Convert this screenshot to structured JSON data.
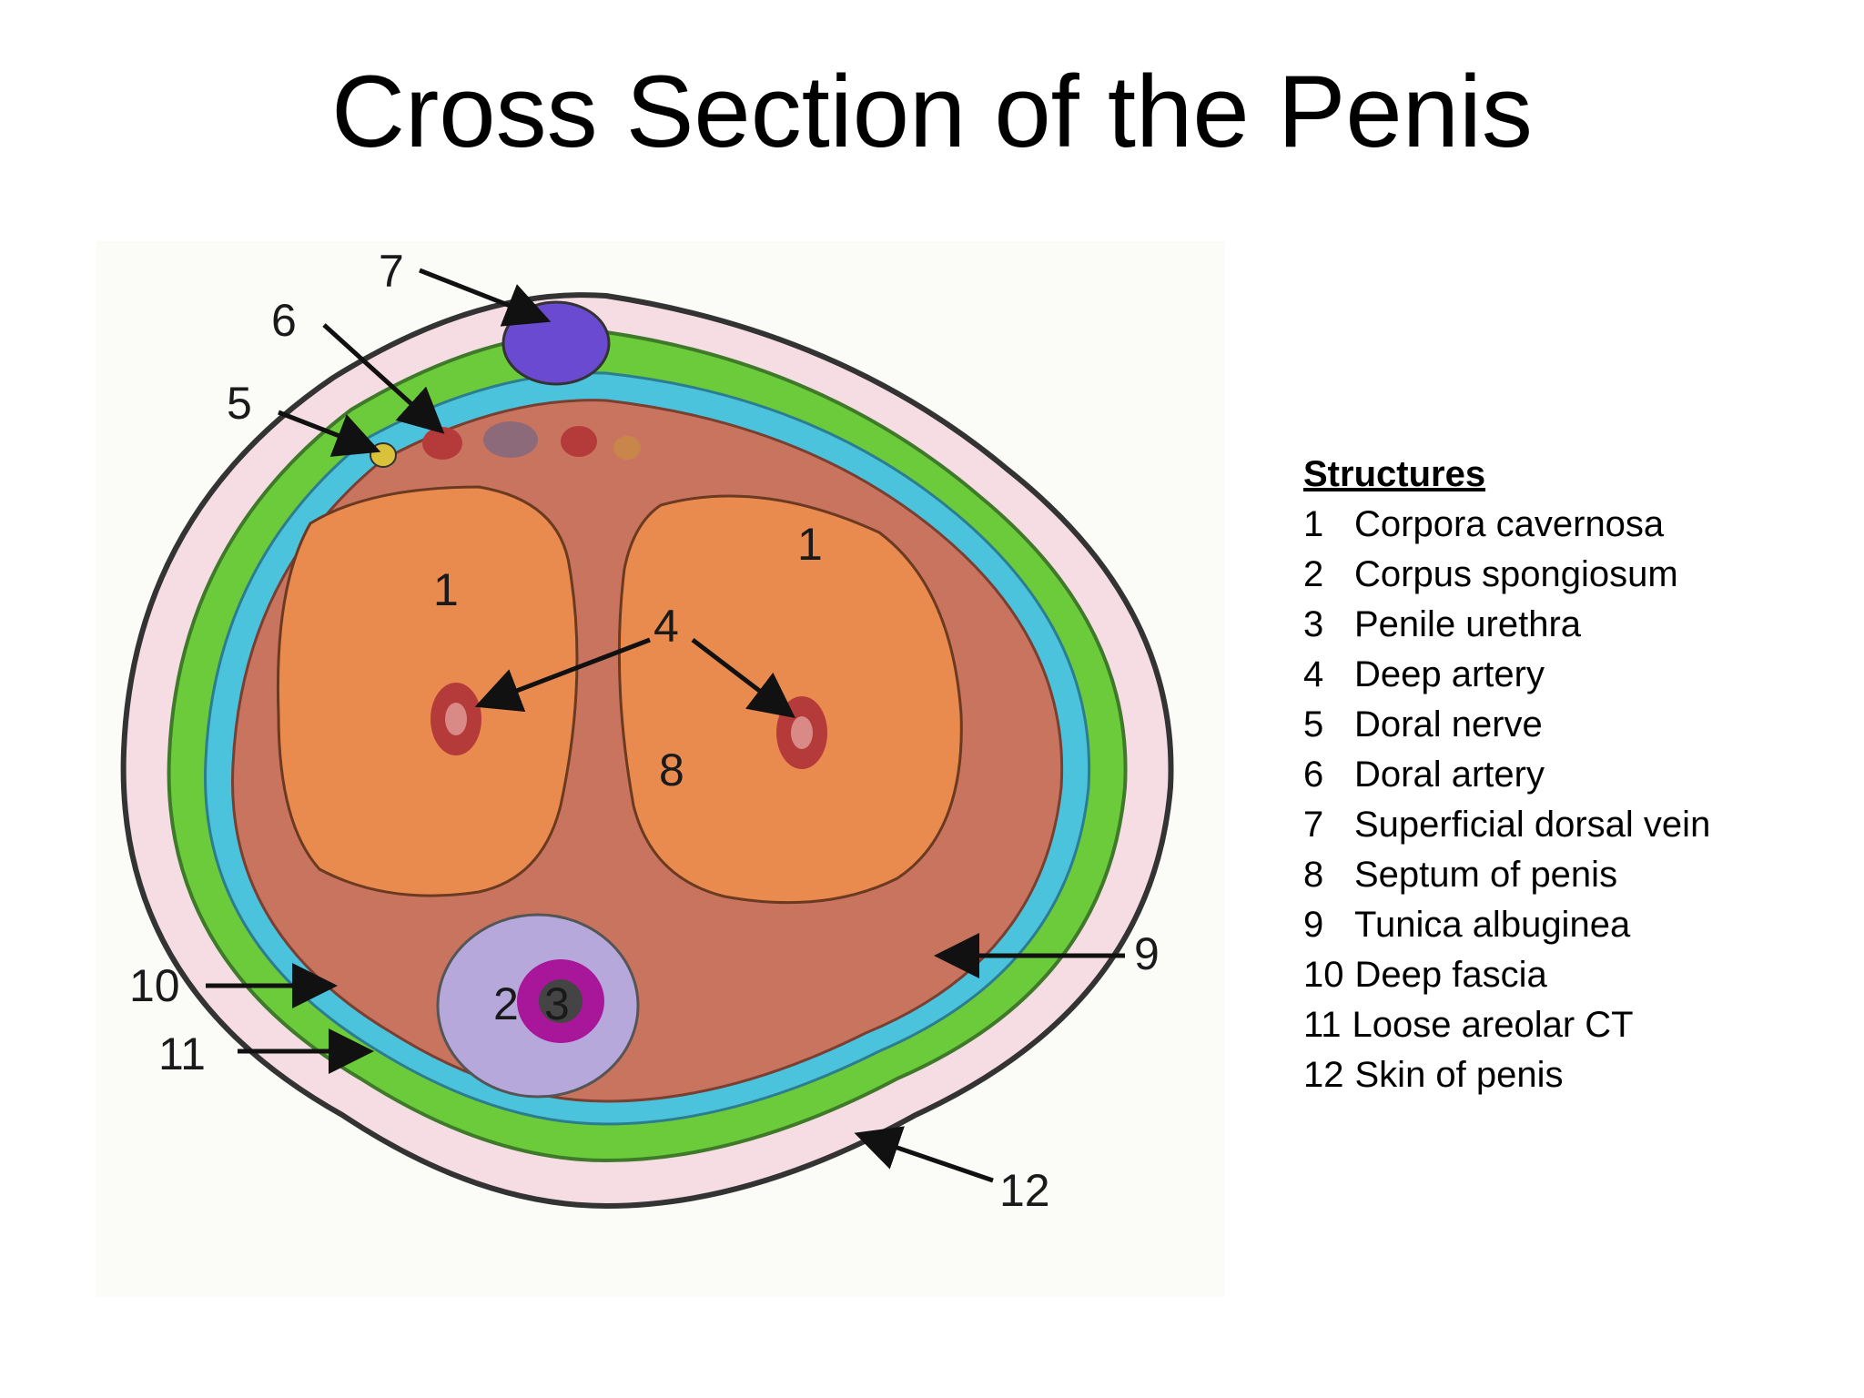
{
  "title": "Cross Section of the Penis",
  "figure": {
    "callout_labels": [
      "7",
      "6",
      "5",
      "1",
      "1",
      "4",
      "8",
      "9",
      "10",
      "11",
      "2",
      "3",
      "12"
    ]
  },
  "legend": {
    "heading": "Structures",
    "items": [
      {
        "num": "1",
        "text": "Corpora cavernosa"
      },
      {
        "num": "2",
        "text": "Corpus spongiosum"
      },
      {
        "num": "3",
        "text": "Penile urethra"
      },
      {
        "num": "4",
        "text": "Deep artery"
      },
      {
        "num": "5",
        "text": "Doral nerve"
      },
      {
        "num": "6",
        "text": "Doral artery"
      },
      {
        "num": "7",
        "text": "Superficial dorsal vein"
      },
      {
        "num": "8",
        "text": "Septum of penis"
      },
      {
        "num": "9",
        "text": "Tunica albuginea"
      },
      {
        "num": "10",
        "text": "Deep fascia"
      },
      {
        "num": "11",
        "text": "Loose areolar CT"
      },
      {
        "num": "12",
        "text": "Skin of penis"
      }
    ]
  },
  "colors": {
    "skin": "#f6dde3",
    "outline": "#333333",
    "loose_areolar": "#6ccb3a",
    "deep_fascia": "#4cc3dc",
    "tunica": "#c8745e",
    "cavernosa": "#e98a4e",
    "spongiosum": "#b7a8dc",
    "urethra": "#a8169a",
    "vein": "#6a4ad0",
    "artery": "#b53a3a",
    "nerve": "#d9c23a"
  }
}
